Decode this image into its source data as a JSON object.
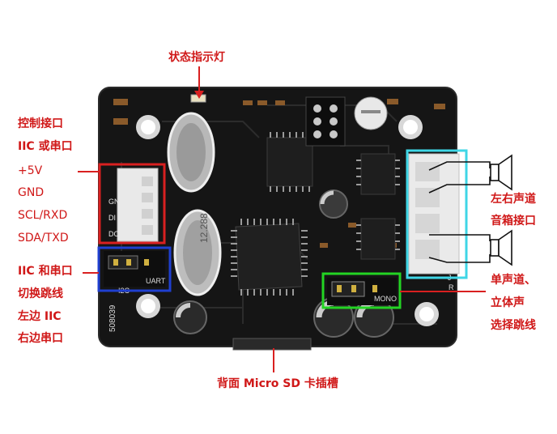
{
  "labels": {
    "status_led": "状态指示灯",
    "control_port": "控制接口",
    "iic_or_uart": "IIC 或串口",
    "pin_5v": "+5V",
    "pin_gnd": "GND",
    "pin_scl_rxd": "SCL/RXD",
    "pin_sda_txd": "SDA/TXD",
    "iic_uart_jumper": "IIC 和串口",
    "switch_jumper": "切换跳线",
    "left_iic": "左边 IIC",
    "right_uart": "右边串口",
    "left_right_channel": "左右声道",
    "speaker_port": "音箱接口",
    "mono_stereo": "单声道、",
    "stereo": "立体声",
    "select_jumper": "选择跳线",
    "back_sd_slot": "背面 Micro SD 卡插槽"
  },
  "silkscreen": {
    "chip_marking": "12.288",
    "jumper_left": "I2C",
    "jumper_right": "UART",
    "serial": "508039",
    "mono_label": "MONO",
    "header_pins": [
      "GN",
      "DI",
      "DC"
    ],
    "right_side": [
      "J",
      "R"
    ]
  },
  "colors": {
    "label_red": "#d01818",
    "box_red": "#d92020",
    "box_blue": "#1f3fd0",
    "box_green": "#23d423",
    "box_cyan": "#3fd6e6",
    "pcb": "#141414"
  }
}
